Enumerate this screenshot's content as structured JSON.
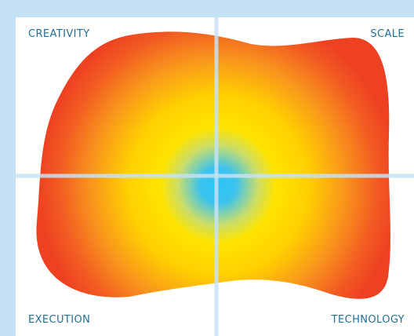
{
  "quadrants": {
    "top_left": "CREATIVITY",
    "top_right": "SCALE",
    "bottom_left": "EXECUTION",
    "bottom_right": "TECHNOLOGY"
  },
  "colors": {
    "background": "#c5e2f5",
    "panel": "#ffffff",
    "label_text": "#1f6f97",
    "gradient_center": "#2bc4f5",
    "gradient_mid": "#ffe400",
    "gradient_outer": "#f04a22"
  }
}
